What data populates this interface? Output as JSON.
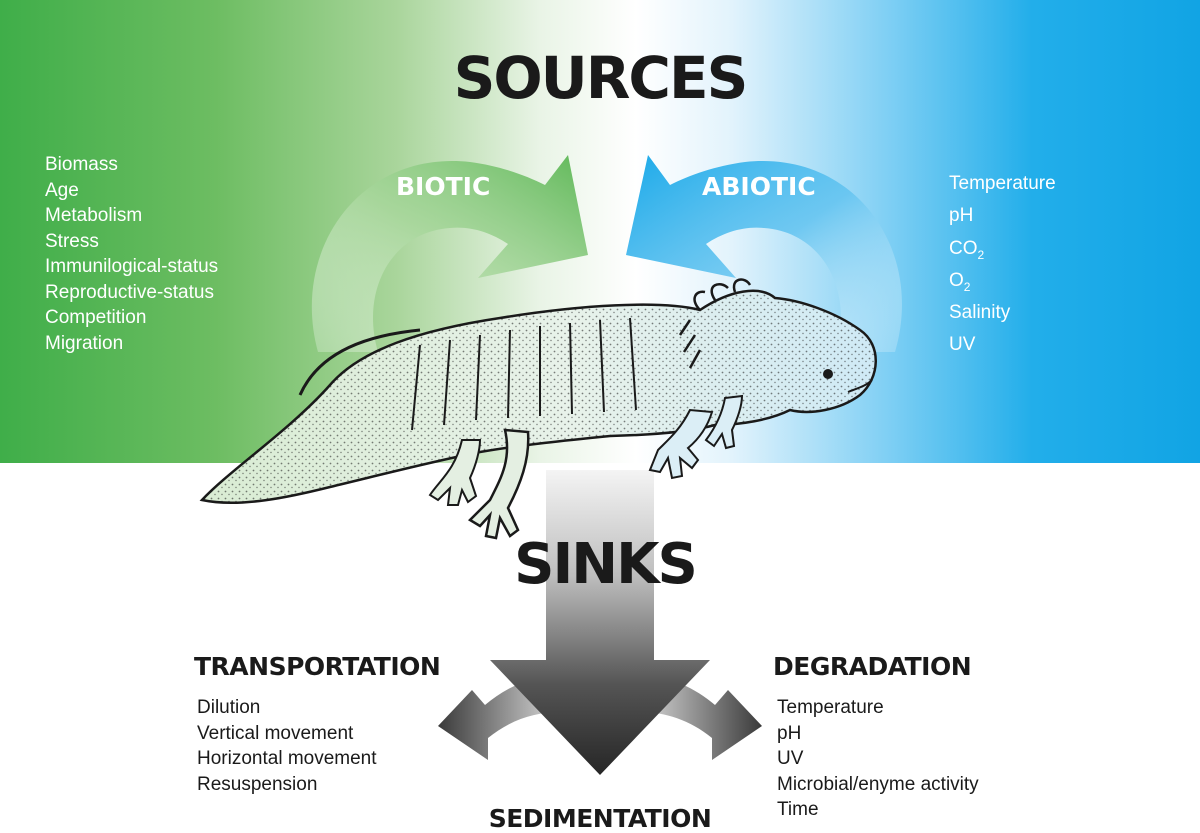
{
  "sources": {
    "title": "SOURCES",
    "biotic": {
      "label": "BIOTIC",
      "items": [
        "Biomass",
        "Age",
        "Metabolism",
        "Stress",
        "Immunilogical-status",
        "Reproductive-status",
        "Competition",
        "Migration"
      ]
    },
    "abiotic": {
      "label": "ABIOTIC",
      "items": [
        {
          "text": "Temperature",
          "sub": ""
        },
        {
          "text": "pH",
          "sub": ""
        },
        {
          "text": "CO",
          "sub": "2"
        },
        {
          "text": "O",
          "sub": "2"
        },
        {
          "text": "Salinity",
          "sub": ""
        },
        {
          "text": "UV",
          "sub": ""
        }
      ]
    }
  },
  "sinks": {
    "title": "SINKS",
    "transportation": {
      "title": "TRANSPORTATION",
      "items": [
        "Dilution",
        "Vertical movement",
        "Horizontal movement",
        "Resuspension"
      ]
    },
    "degradation": {
      "title": "DEGRADATION",
      "items": [
        "Temperature",
        "pH",
        "UV",
        "Microbial/enyme activity",
        "Time"
      ]
    },
    "sedimentation": {
      "title": "SEDIMENTATION"
    }
  },
  "colors": {
    "green": "#3fae49",
    "blue": "#11a4e4",
    "dark": "#1a1a1a"
  },
  "icons": {
    "organism": "axolotl-illustration"
  }
}
